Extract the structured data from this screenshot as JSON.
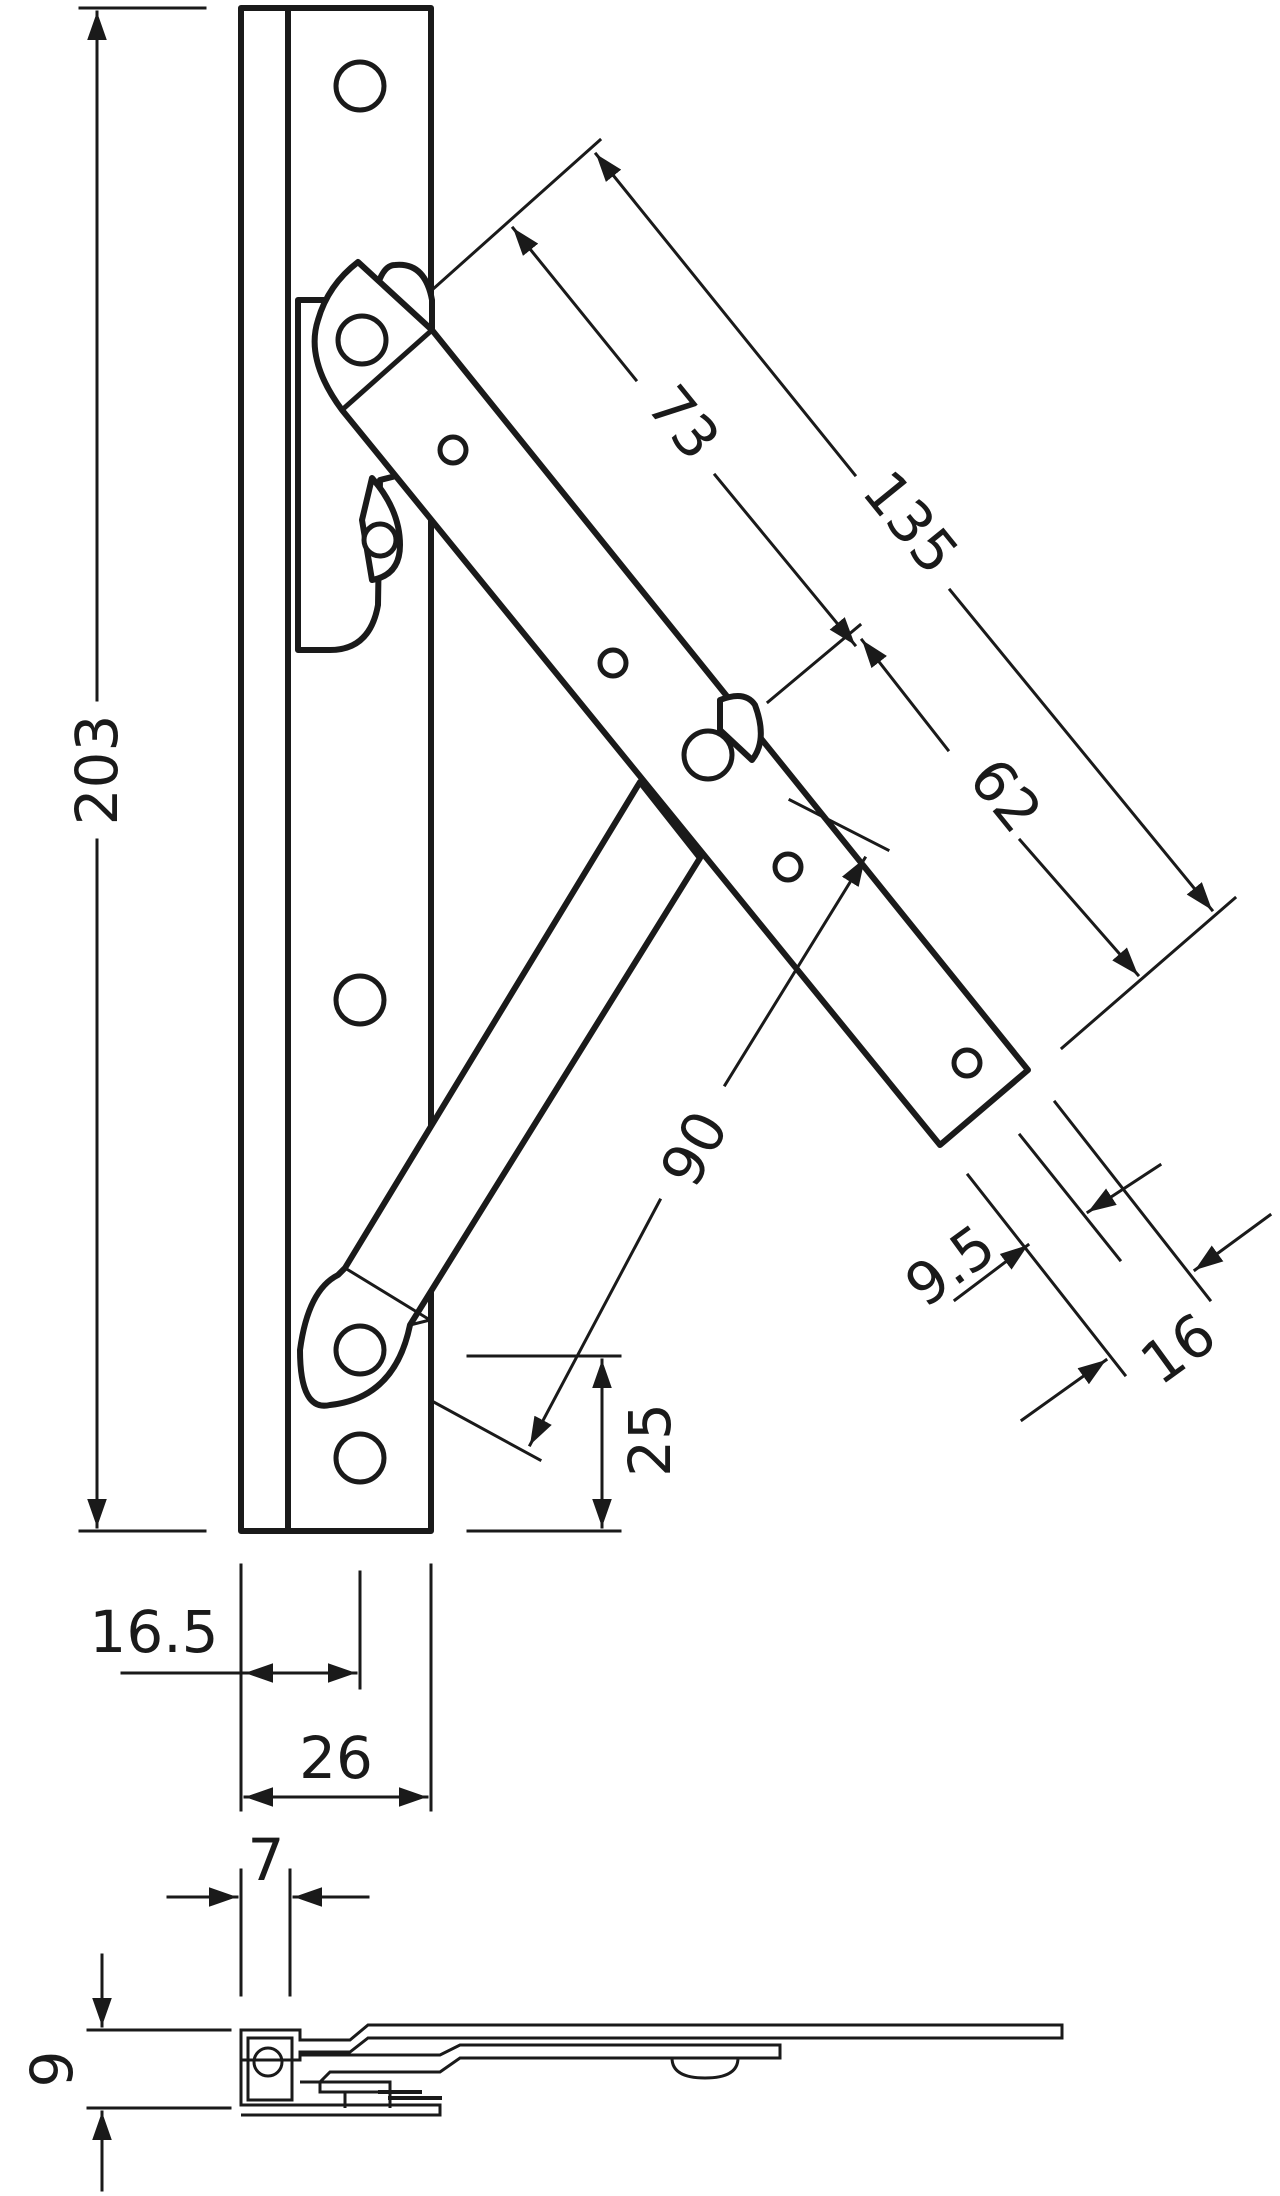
{
  "drawing": {
    "dimensions": {
      "total_height": "203",
      "arm_length": "135",
      "upper_hole_span": "73",
      "lower_hole_span": "62",
      "strut_length": "90",
      "strut_pivot_offset": "25",
      "arm_tip_inner": "9.5",
      "arm_width": "16",
      "hole_line_offset": "16.5",
      "plate_width": "26",
      "flange_width": "7",
      "thickness": "9"
    }
  }
}
